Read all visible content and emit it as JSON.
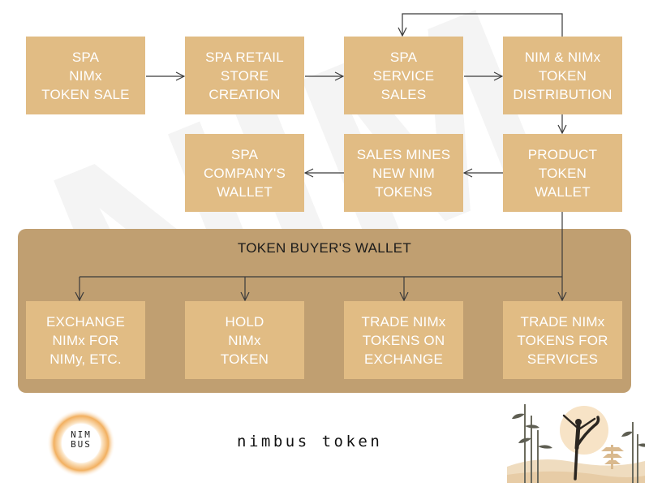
{
  "watermark_text": "NIM",
  "top_row": [
    {
      "id": "spa-token-sale",
      "label": "SPA\nNIMx\nTOKEN SALE"
    },
    {
      "id": "spa-retail-store-creation",
      "label": "SPA RETAIL\nSTORE\nCREATION"
    },
    {
      "id": "spa-service-sales",
      "label": "SPA\nSERVICE\nSALES"
    },
    {
      "id": "token-distribution",
      "label": "NIM & NIMx\nTOKEN\nDISTRIBUTION"
    }
  ],
  "second_row": [
    {
      "id": "spa-company-wallet",
      "label": "SPA\nCOMPANY'S\nWALLET"
    },
    {
      "id": "sales-mines-tokens",
      "label": "SALES MINES\nNEW NIM\nTOKENS"
    },
    {
      "id": "product-token-wallet",
      "label": "PRODUCT\nTOKEN\nWALLET"
    }
  ],
  "buyer_wallet": {
    "title": "TOKEN BUYER'S WALLET",
    "options": [
      {
        "id": "exchange-nimx",
        "label": "EXCHANGE\nNIMx FOR\nNIMy, ETC."
      },
      {
        "id": "hold-nimx",
        "label": "HOLD\nNIMx\nTOKEN"
      },
      {
        "id": "trade-on-exchange",
        "label": "TRADE NIMx\nTOKENS ON\nEXCHANGE"
      },
      {
        "id": "trade-for-services",
        "label": "TRADE NIMx\nTOKENS FOR\nSERVICES"
      }
    ]
  },
  "footer": {
    "logo_text": "NIM\nBUS",
    "brand_name": "nimbus token",
    "illustration": "yoga-figure-with-bamboo-and-pagoda"
  },
  "colors": {
    "box": "#e1bc84",
    "panel": "#c09f71",
    "arrow": "#3a3a3a",
    "box_text": "#ffffff"
  }
}
